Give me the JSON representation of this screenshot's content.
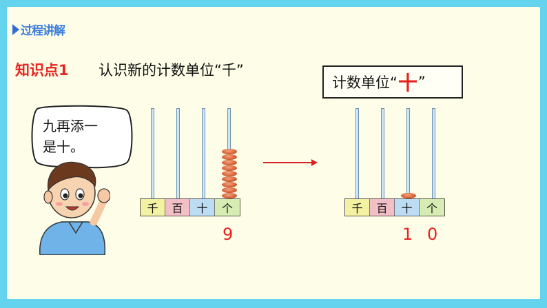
{
  "section_tag": "过程讲解",
  "knowledge_point": {
    "label": "知识点1",
    "title": "认识新的计数单位“千”"
  },
  "unit_box": {
    "prefix": "计数单位“",
    "highlight": "十",
    "suffix": "”"
  },
  "speech": {
    "line1": "九再添一",
    "line2": "是十。"
  },
  "abacus_left": {
    "places": [
      "千",
      "百",
      "十",
      "个"
    ],
    "beads": [
      0,
      0,
      0,
      9
    ],
    "number": "9"
  },
  "abacus_right": {
    "places": [
      "千",
      "百",
      "十",
      "个"
    ],
    "beads": [
      0,
      0,
      1,
      0
    ],
    "number_digits": [
      "1",
      "0"
    ]
  },
  "colors": {
    "frame": "#63d3ee",
    "panel": "#fdfde8",
    "accent_red": "#e8231f",
    "tag_blue": "#3a7ed8"
  }
}
